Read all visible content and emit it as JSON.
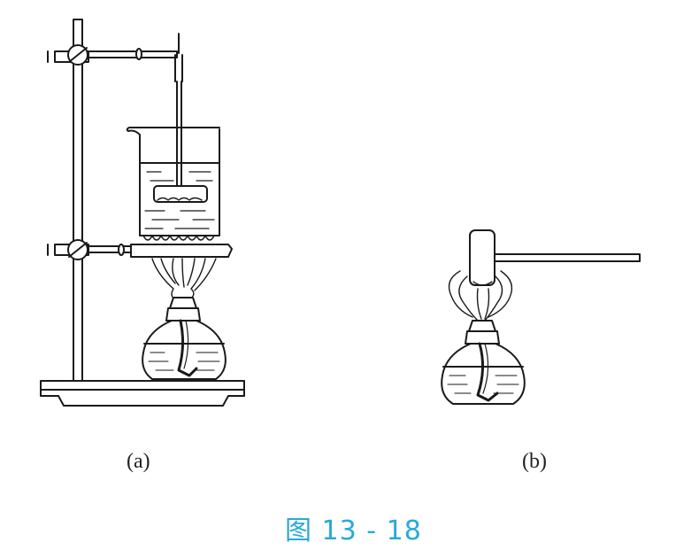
{
  "labels": {
    "a": "(a)",
    "b": "(b)"
  },
  "caption": {
    "text": "图 13 - 18",
    "color": "#29a9d9"
  },
  "colors": {
    "ink": "#1a1a1a"
  }
}
